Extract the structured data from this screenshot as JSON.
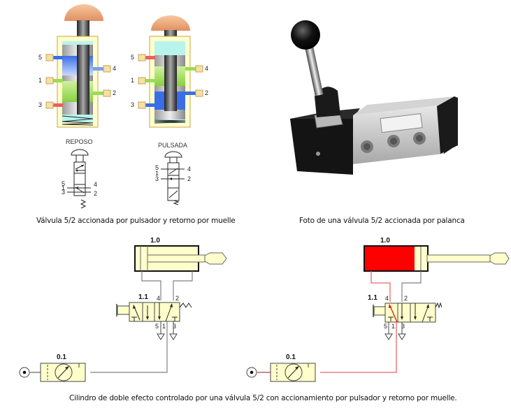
{
  "top_left": {
    "reposo": {
      "state_label": "REPOSO",
      "ports_left": [
        "5",
        "1",
        "3"
      ],
      "ports_right": [
        "4",
        "2"
      ]
    },
    "pulsada": {
      "state_label": "PULSADA",
      "ports_left": [
        "5",
        "1",
        "3"
      ],
      "ports_right": [
        "4",
        "2"
      ]
    },
    "caption": "Válvula 5/2 accionada por pulsador y retorno por muelle"
  },
  "top_right": {
    "photo_caption": "Foto de una válvula 5/2 accionada por palanca"
  },
  "circuits": [
    {
      "cylinder_label": "1.0",
      "valve_label": "1.1",
      "valve_ports": {
        "p4": "4",
        "p2": "2",
        "p5": "5",
        "p1": "1",
        "p3": "3"
      },
      "source_label": "0.1",
      "pressurized": false
    },
    {
      "cylinder_label": "1.0",
      "valve_label": "1.1",
      "valve_ports": {
        "p4": "4",
        "p2": "2",
        "p5": "5",
        "p1": "1",
        "p3": "3"
      },
      "source_label": "0.1",
      "pressurized": true
    }
  ],
  "colors": {
    "pressure_line": "#e8686a",
    "cylinder_pressurized": "#ff0000",
    "component_fill": "#ffffcc",
    "line_gray": "#808080"
  },
  "bottom_caption": "Cilindro de doble efecto controlado por una válvula 5/2 con accionamiento por pulsador y retorno por muelle."
}
